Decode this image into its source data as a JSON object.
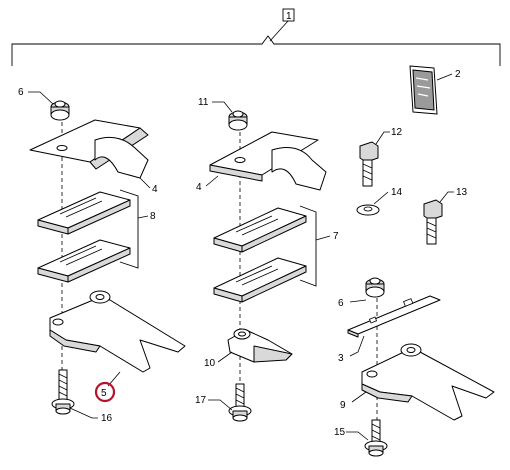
{
  "diagram": {
    "assembly_number": "1",
    "callouts": [
      {
        "key": "1",
        "label": "1"
      },
      {
        "key": "2",
        "label": "2"
      },
      {
        "key": "3",
        "label": "3"
      },
      {
        "key": "4a",
        "label": "4"
      },
      {
        "key": "4b",
        "label": "4"
      },
      {
        "key": "5",
        "label": "5"
      },
      {
        "key": "6a",
        "label": "6"
      },
      {
        "key": "6b",
        "label": "6"
      },
      {
        "key": "7",
        "label": "7"
      },
      {
        "key": "8",
        "label": "8"
      },
      {
        "key": "9",
        "label": "9"
      },
      {
        "key": "10",
        "label": "10"
      },
      {
        "key": "11",
        "label": "11"
      },
      {
        "key": "12",
        "label": "12"
      },
      {
        "key": "13",
        "label": "13"
      },
      {
        "key": "14",
        "label": "14"
      },
      {
        "key": "15",
        "label": "15"
      },
      {
        "key": "16",
        "label": "16"
      },
      {
        "key": "17",
        "label": "17"
      }
    ],
    "highlighted_callout": "5",
    "highlight_color": "#b5122e"
  }
}
